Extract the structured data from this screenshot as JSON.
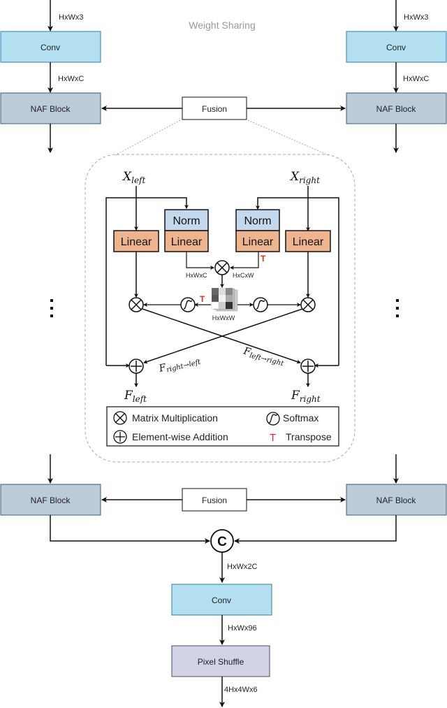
{
  "title_note": "Weight Sharing",
  "left_branch": {
    "input_shape": "HxWx3",
    "conv_label": "Conv",
    "conv_shape": "HxWxC",
    "naf_top_label": "NAF Block",
    "naf_bottom_label": "NAF Block"
  },
  "right_branch": {
    "input_shape": "HxWx3",
    "conv_label": "Conv",
    "conv_shape": "HxWxC",
    "naf_top_label": "NAF Block",
    "naf_bottom_label": "NAF Block"
  },
  "fusion_top_label": "Fusion",
  "fusion_bottom_label": "Fusion",
  "ellipsis": "⋮",
  "detail": {
    "x_left": "X",
    "x_left_sub": "left",
    "x_right": "X",
    "x_right_sub": "right",
    "norm_label": "Norm",
    "linear_label": "Linear",
    "shape_q": "HxWxC",
    "shape_k": "HxCxW",
    "shape_attn": "HxWxW",
    "transpose_mark": "T",
    "f_right_to_left": "F",
    "f_right_to_left_sub": "right→left",
    "f_left_to_right": "F",
    "f_left_to_right_sub": "left→right",
    "f_left": "F",
    "f_left_sub": "left",
    "f_right": "F",
    "f_right_sub": "right"
  },
  "legend": {
    "matmul": "Matrix Multiplication",
    "add": "Element-wise Addition",
    "softmax": "Softmax",
    "transpose": "Transpose",
    "transpose_symbol": "T"
  },
  "tail": {
    "concat_symbol": "C",
    "concat_shape": "HxWx2C",
    "conv_label": "Conv",
    "conv_shape": "HxWx96",
    "pixel_shuffle_label": "Pixel Shuffle",
    "output_shape": "4Hx4Wx6"
  },
  "colors": {
    "conv_fill": "#b3dff0",
    "conv_stroke": "#2a7fa8",
    "naf_fill": "#bccbd8",
    "naf_stroke": "#3c5a78",
    "norm_fill": "#c5d9ee",
    "linear_fill": "#eeb48e",
    "pixel_shuffle_fill": "#d3d3e6",
    "transpose_red": "#e8261c"
  }
}
